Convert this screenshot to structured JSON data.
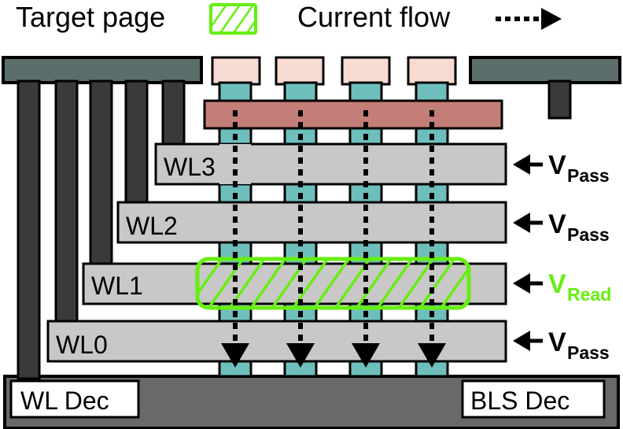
{
  "legend": {
    "target_page_label": "Target page",
    "current_flow_label": "Current flow"
  },
  "wordlines": [
    {
      "label": "WL3",
      "voltage_main": "V",
      "voltage_sub": "Pass",
      "color": "#000000"
    },
    {
      "label": "WL2",
      "voltage_main": "V",
      "voltage_sub": "Pass",
      "color": "#000000"
    },
    {
      "label": "WL1",
      "voltage_main": "V",
      "voltage_sub": "Read",
      "color": "#66ee11"
    },
    {
      "label": "WL0",
      "voltage_main": "V",
      "voltage_sub": "Pass",
      "color": "#000000"
    }
  ],
  "decoders": {
    "wl_dec_label": "WL Dec",
    "bls_dec_label": "BLS Dec"
  },
  "colors": {
    "wordline_fill": "#c8c8c8",
    "decoder_dark": "#3a3a3a",
    "decoder_top": "#5c6e6b",
    "bitline": "#6ebfbc",
    "bitline_cap": "#f7dbd3",
    "select_line": "#c47e78",
    "substrate": "#696969",
    "target_highlight": "#66ee11"
  }
}
